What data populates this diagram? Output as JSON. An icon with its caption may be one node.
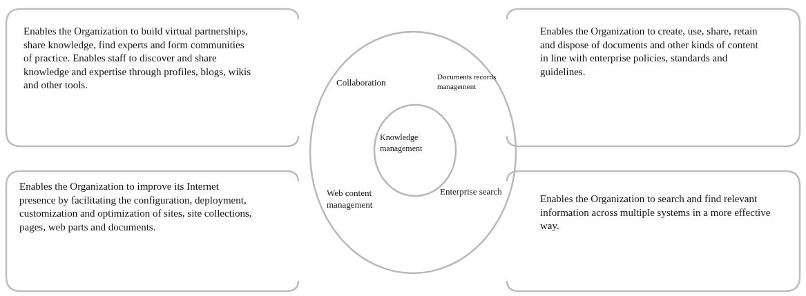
{
  "diagram": {
    "nodes": [
      {
        "text": [
          "Enables the Organization to build virtual partnerships, share knowledge, find experts and form communities of practice. Enables staff to discover and share knowledge and expertise through profiles, blogs, wikis and other tools."
        ]
      },
      {
        "text": [
          "Enables the Organization to create, use, share, retain and dispose of documents and other kinds of content in line with enterprise policies, standards and guidelines."
        ]
      },
      {
        "text": [
          "Enables the Organization to improve its Internet presence by facilitating the configuration, deployment, customization and optimization of sites, site collections, pages, web parts and documents."
        ]
      },
      {
        "text": [
          "Enables the Organization to search and find relevant information across multiple systems in a more effective way."
        ]
      },
      {
        "text": [
          "Collaboration",
          "Documents records management",
          "Web content management",
          "Enterprise search"
        ]
      },
      {
        "text": [
          "Knowledge management"
        ],
        "in": 4
      }
    ]
  }
}
